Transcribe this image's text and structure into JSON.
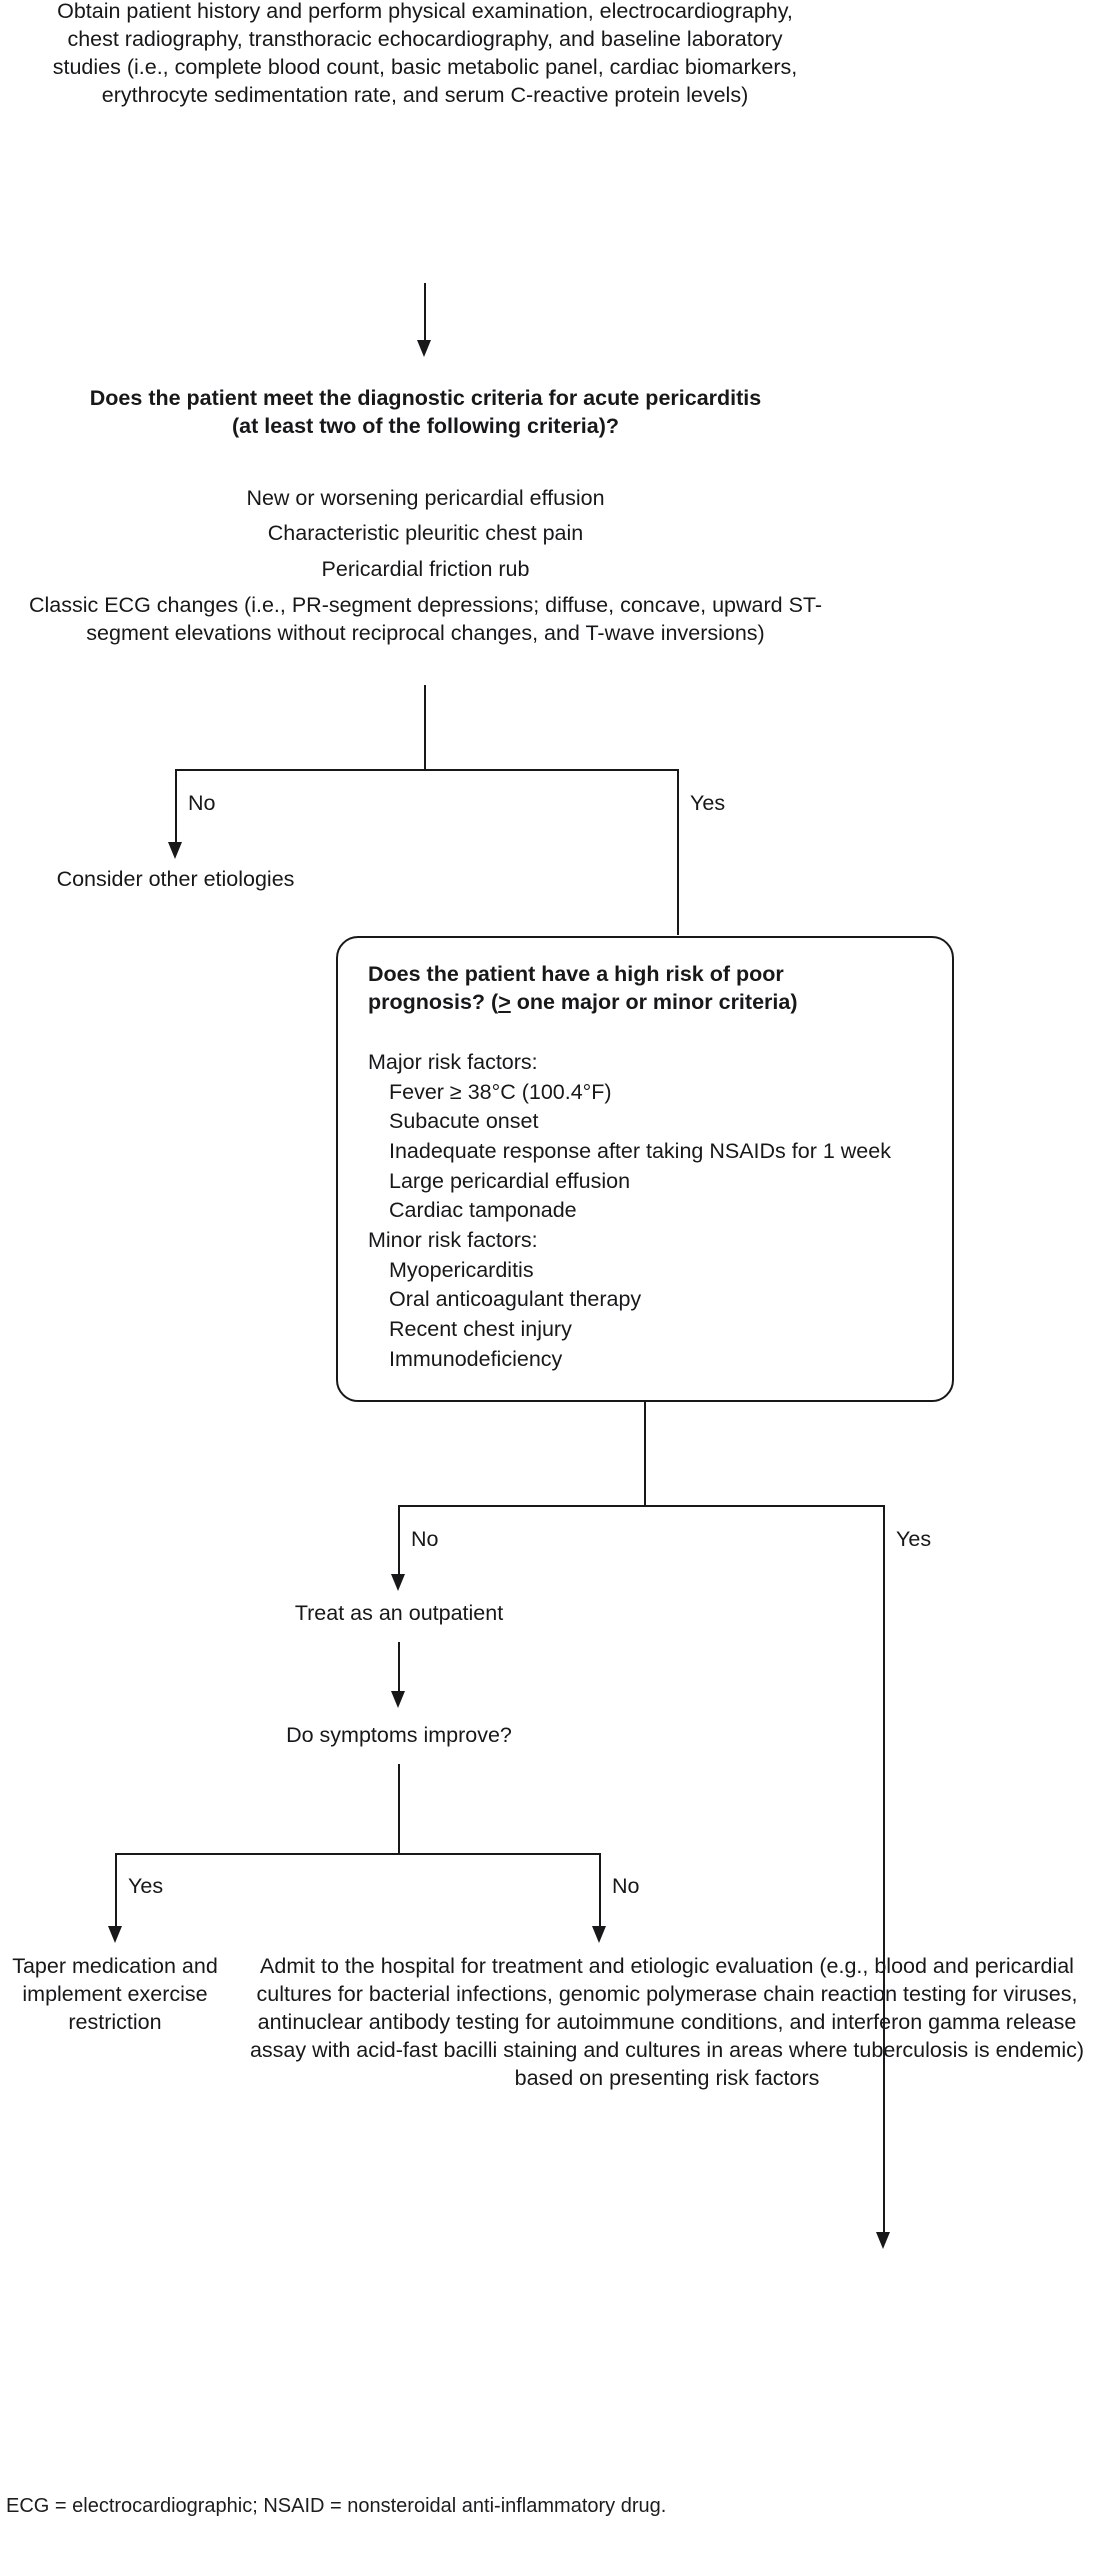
{
  "flowchart": {
    "title": "Acute pericarditis evaluation and management algorithm",
    "accent_color": "#18181a",
    "nodes": {
      "initial_workup": "Obtain patient history and perform physical examination, electrocardiography, chest radiography, transthoracic echocardiography, and baseline laboratory studies (i.e., complete blood count, basic metabolic panel, cardiac biomarkers, erythrocyte sedimentation rate, and serum C-reactive protein levels)",
      "diagnostic_question": "Does the patient meet the diagnostic criteria for acute pericarditis (at least two of the following criteria)?",
      "criteria_1": "New or worsening pericardial effusion",
      "criteria_2": "Characteristic pleuritic chest pain",
      "criteria_3": "Pericardial friction rub",
      "criteria_4": "Classic ECG changes (i.e., PR-segment depressions; diffuse, concave, upward ST-segment elevations without reciprocal changes, and T-wave inversions)",
      "consider_other_etiologies": "Consider other etiologies",
      "treat_outpatient": "Treat as an outpatient",
      "symptoms_improve": "Do symptoms improve?",
      "taper_medication": "Taper medication and implement exercise restriction",
      "admit_hospital": "Admit to the hospital for treatment and etiologic evaluation (e.g., blood and pericardial cultures for bacterial infections, genomic polymerase chain reaction testing for viruses, antinuclear antibody testing for autoimmune conditions, and interferon gamma release assay with acid-fast bacilli staining and cultures in areas where tuberculosis is endemic) based on presenting risk factors"
    },
    "risk_box": {
      "title_line_1": "Does the patient have a high risk of poor",
      "title_prefix_2": "prognosis? (",
      "title_gte": ">",
      "title_suffix_2": " one major or minor criteria)",
      "major_heading": "Major risk factors:",
      "major_items": [
        "Fever ≥ 38°C (100.4°F)",
        "Subacute onset",
        "Inadequate response after taking NSAIDs for 1 week",
        "Large pericardial effusion",
        "Cardiac tamponade"
      ],
      "minor_heading": "Minor risk factors:",
      "minor_items": [
        "Myopericarditis",
        "Oral anticoagulant therapy",
        "Recent chest injury",
        "Immunodeficiency"
      ]
    },
    "edge_labels": {
      "diag_no": "No",
      "diag_yes": "Yes",
      "risk_no": "No",
      "risk_yes": "Yes",
      "improve_yes": "Yes",
      "improve_no": "No"
    },
    "footnote": "ECG = electrocardiographic; NSAID = nonsteroidal anti-inflammatory drug."
  }
}
